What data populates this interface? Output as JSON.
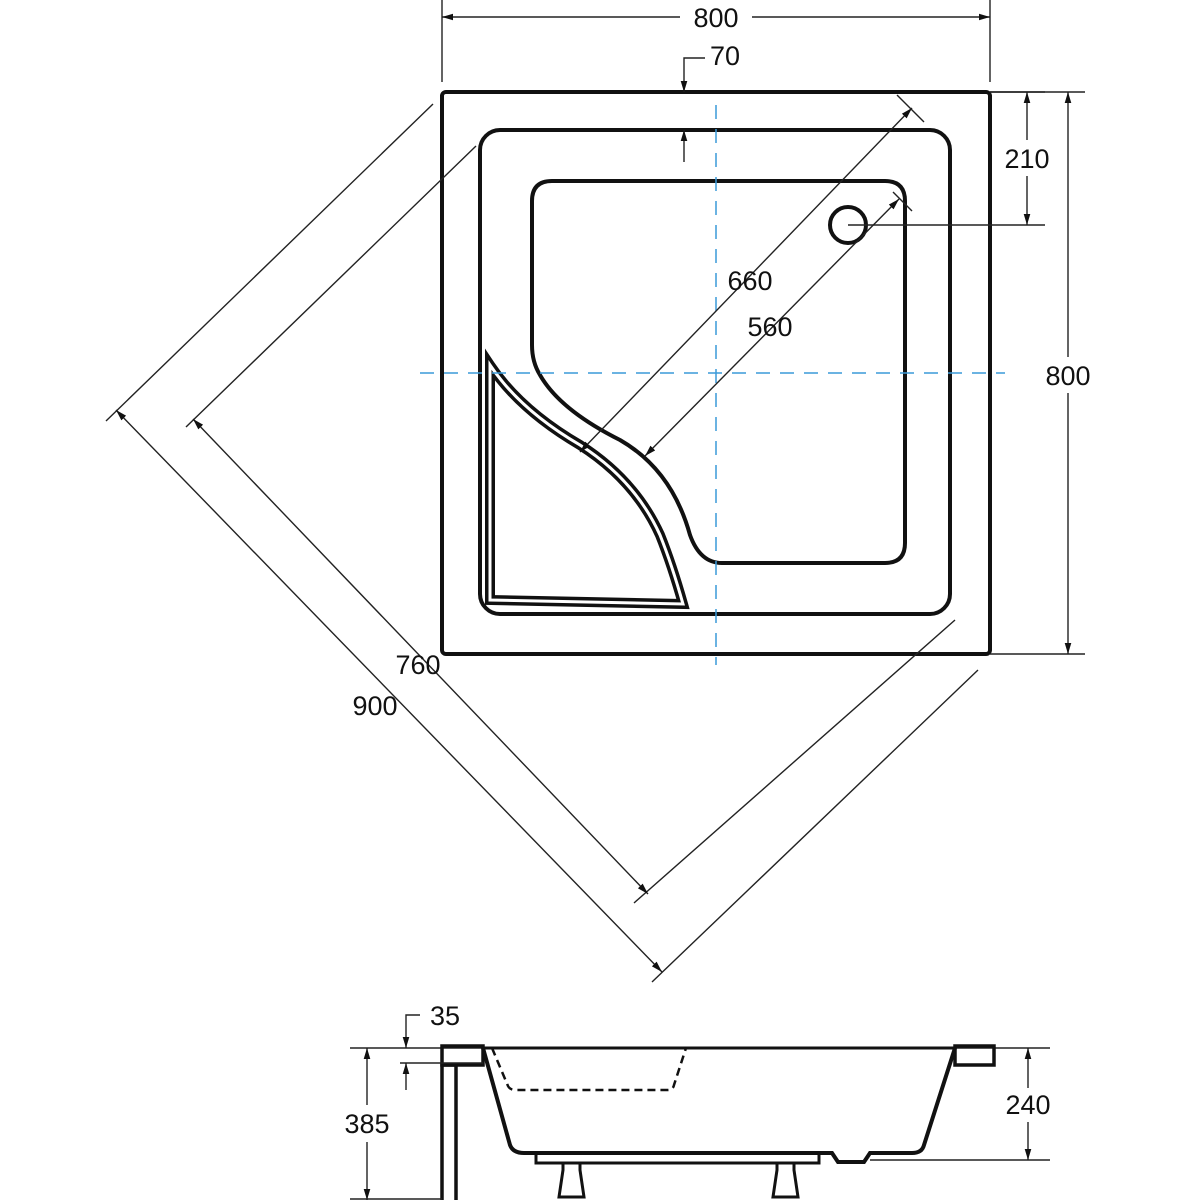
{
  "drawing": {
    "plan_view": {
      "width_top": "800",
      "rim_offset": "70",
      "drain_offset": "210",
      "height_right": "800",
      "diagonal_inner_660": "660",
      "diagonal_inner_560": "560",
      "diagonal_760": "760",
      "diagonal_900": "900"
    },
    "side_view": {
      "rim_thickness": "35",
      "total_height": "385",
      "tray_depth": "240"
    },
    "colors": {
      "line": "#111111",
      "axis": "#3a9ad9"
    }
  }
}
